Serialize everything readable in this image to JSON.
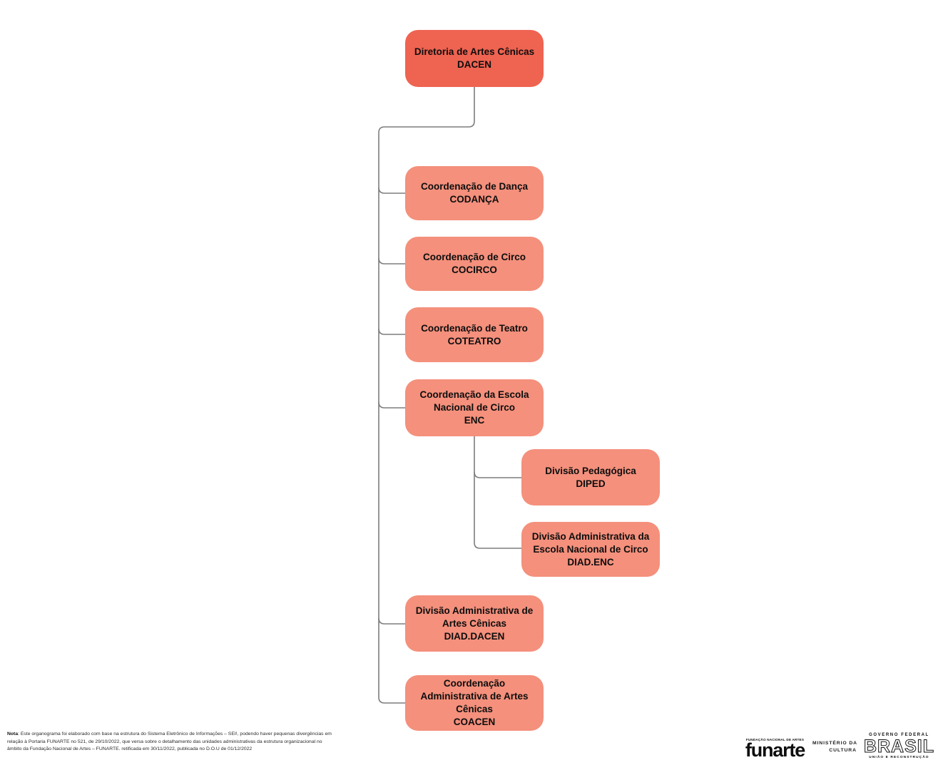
{
  "colors": {
    "root-fill": "#EF6351",
    "child-fill": "#F4907C",
    "connector": "#7D7D7D"
  },
  "org_chart": {
    "root": {
      "title": "Diretoria de Artes Cênicas",
      "abbr": "DACEN"
    },
    "children": [
      {
        "title": "Coordenação de Dança",
        "abbr": "CODANÇA"
      },
      {
        "title": "Coordenação de Circo",
        "abbr": "COCIRCO"
      },
      {
        "title": "Coordenação de Teatro",
        "abbr": "COTEATRO"
      },
      {
        "title": "Coordenação da Escola Nacional de Circo",
        "abbr": "ENC",
        "children": [
          {
            "title": "Divisão Pedagógica",
            "abbr": "DIPED"
          },
          {
            "title": "Divisão Administrativa da Escola Nacional de Circo",
            "abbr": "DIAD.ENC"
          }
        ]
      },
      {
        "title": "Divisão Administrativa de Artes Cênicas",
        "abbr": "DIAD.DACEN"
      },
      {
        "title": "Coordenação Administrativa de Artes Cênicas",
        "abbr": "COACEN"
      }
    ]
  },
  "note": {
    "label": "Nota",
    "body": ": Este organograma foi elaborado com base na estrutura do Sistema Eletrônico de Informações – SEI!, podendo haver pequenas divergências em relação à Portaria FUNARTE no 521, de 29/10/2022, que versa sobre o detalhamento das unidades administrativas da estrutura organizacional no âmbito da Fundação Nacional de Artes – FUNARTE. retificada em 30/11/2022, publicada no D.O.U de 01/12/2022"
  },
  "footer": {
    "funarte": {
      "tagline": "FUNDAÇÃO NACIONAL DE ARTES",
      "wordmark": "funarte"
    },
    "ministry": {
      "line1": "MINISTÉRIO DA",
      "line2": "CULTURA"
    },
    "government": {
      "top": "GOVERNO FEDERAL",
      "wordmark": "BRASIL",
      "bottom": "UNIÃO E RECONSTRUÇÃO"
    }
  }
}
